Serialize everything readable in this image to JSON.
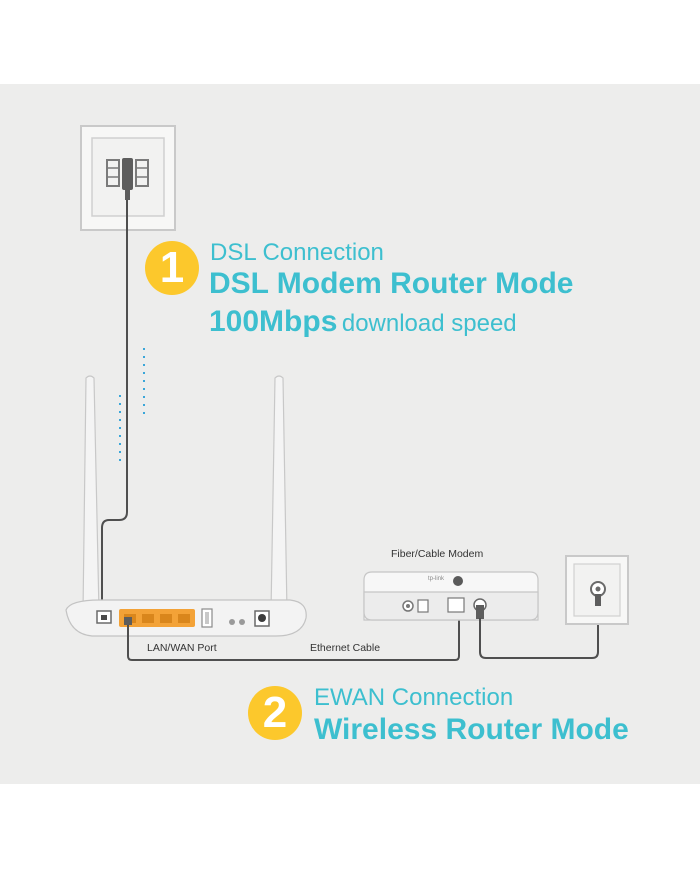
{
  "colors": {
    "accent": "#3dbfcf",
    "badge": "#fcc82c",
    "background": "#ededec",
    "port": "#f3a237"
  },
  "section1": {
    "number": "1",
    "connection": "DSL Connection",
    "mode": "DSL Modem Router Mode",
    "speed_value": "100Mbps",
    "speed_label": "download speed"
  },
  "section2": {
    "number": "2",
    "connection": "EWAN Connection",
    "mode": "Wireless Router Mode"
  },
  "labels": {
    "modem": "Fiber/Cable Modem",
    "port": "LAN/WAN Port",
    "cable": "Ethernet Cable",
    "modem_brand": "tp-link"
  },
  "icons": {
    "phone_socket": "phone-wall-socket-icon",
    "coax_socket": "coax-wall-socket-icon",
    "router": "router-icon",
    "modem": "modem-icon"
  }
}
